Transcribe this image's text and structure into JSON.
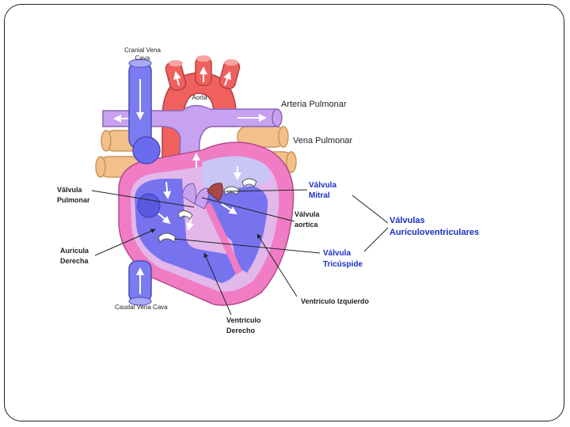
{
  "colors": {
    "vena_cava": "#7b7cf2",
    "aorta": "#f0605e",
    "pulmonary_artery": "#c7a2f0",
    "pulmonary_vein": "#f2c08a",
    "heart_wall": "#f07cc4",
    "heart_inner": "#e2b7ea",
    "chamber_blue": "#6b6bf0",
    "mitral_valve": "#a94a48",
    "label_blue": "#1a2fc4"
  },
  "labels": {
    "cranial_vena_cava": [
      "Cranial Vena",
      "Cava"
    ],
    "aorta": "Aorta",
    "arteria_pulmonar": "Arteria Pulmonar",
    "vena_pulmonar": "Vena Pulmonar",
    "valvula_pulmonar": [
      "Válvula",
      "Pulmonar"
    ],
    "valvula_mitral": [
      "Válvula",
      "Mitral"
    ],
    "valvula_aortica": [
      "Válvula",
      "aortica"
    ],
    "valvulas_av": [
      "Válvulas",
      "Auriculoventriculares"
    ],
    "auricula_derecha": [
      "Aurícula",
      "Derecha"
    ],
    "valvula_tricuspide": [
      "Válvula",
      "Tricúspide"
    ],
    "ventriculo_izquierdo": "Ventrículo Izquierdo",
    "caudal_vena_cava": "Caudal Vena Cava",
    "ventriculo_derecho": [
      "Ventrículo",
      "Derecho"
    ]
  }
}
